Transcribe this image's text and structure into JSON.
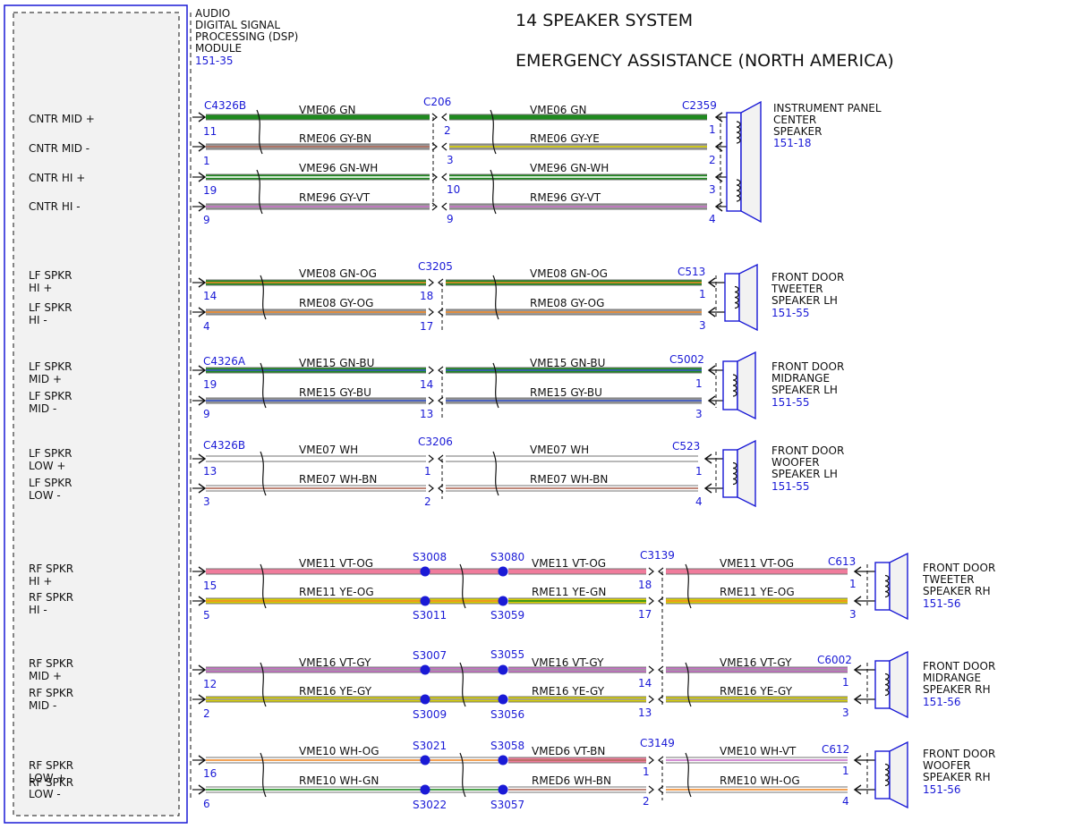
{
  "colors": {
    "connector_blue": "#1a1ad6",
    "text": "#111111",
    "module_fill": "#f2f2f2",
    "GN": "#1f8a1f",
    "GY": "#9a9a9a",
    "BN": "#b06a5a",
    "YE": "#d8d000",
    "WH": "#ffffff",
    "VT": "#c870c8",
    "OG": "#f08a2a",
    "BU": "#3a56c8",
    "PK": "#f07c9c"
  },
  "title": {
    "line1": "14 SPEAKER SYSTEM",
    "line2": "EMERGENCY ASSISTANCE (NORTH AMERICA)"
  },
  "module": {
    "name_lines": [
      "AUDIO",
      "DIGITAL SIGNAL",
      "PROCESSING (DSP)",
      "MODULE"
    ],
    "ref": "151-35"
  },
  "pin_labels": [
    [
      "CNTR MID +"
    ],
    [
      "CNTR MID -"
    ],
    [
      "CNTR HI +"
    ],
    [
      "CNTR HI -"
    ],
    [
      "LF SPKR",
      "HI +"
    ],
    [
      "LF SPKR",
      "HI -"
    ],
    [
      "LF SPKR",
      "MID +"
    ],
    [
      "LF SPKR",
      "MID -"
    ],
    [
      "LF SPKR",
      "LOW +"
    ],
    [
      "LF SPKR",
      "LOW -"
    ],
    [
      "RF SPKR",
      "HI +"
    ],
    [
      "RF SPKR",
      "HI -"
    ],
    [
      "RF SPKR",
      "MID +"
    ],
    [
      "RF SPKR",
      "MID -"
    ],
    [
      "RF SPKR",
      "LOW +"
    ],
    [
      "RF SPKR",
      "LOW -"
    ]
  ],
  "connectors": {
    "c4326b_top": "C4326B",
    "c206": "C206",
    "c2359": "C2359",
    "c3205": "C3205",
    "c513": "C513",
    "c4326a": "C4326A",
    "c5002": "C5002",
    "c4326b_mid": "C4326B",
    "c3206": "C3206",
    "c523": "C523",
    "c3139_a": "C3139",
    "c613": "C613",
    "c6002": "C6002",
    "c3149": "C3149",
    "c612": "C612"
  },
  "splices": {
    "s3008": "S3008",
    "s3080": "S3080",
    "s3011": "S3011",
    "s3059": "S3059",
    "s3007": "S3007",
    "s3055": "S3055",
    "s3009": "S3009",
    "s3056": "S3056",
    "s3021": "S3021",
    "s3058": "S3058",
    "s3022": "S3022",
    "s3057": "S3057"
  },
  "wire_labels": {
    "w1a": "VME06   GN",
    "w1b": "VME06   GN",
    "w2a": "RME06   GY-BN",
    "w2b": "RME06   GY-YE",
    "w3a": "VME96   GN-WH",
    "w3b": "VME96   GN-WH",
    "w4a": "RME96   GY-VT",
    "w4b": "RME96   GY-VT",
    "w5a": "VME08   GN-OG",
    "w5b": "VME08   GN-OG",
    "w6a": "RME08   GY-OG",
    "w6b": "RME08   GY-OG",
    "w7a": "VME15   GN-BU",
    "w7b": "VME15   GN-BU",
    "w8a": "RME15   GY-BU",
    "w8b": "RME15   GY-BU",
    "w9a": "VME07   WH",
    "w9b": "VME07   WH",
    "w10a": "RME07   WH-BN",
    "w10b": "RME07   WH-BN",
    "w11a": "VME11   VT-OG",
    "w11b": "VME11   VT-OG",
    "w11c": "VME11   VT-OG",
    "w12a": "RME11   YE-OG",
    "w12b": "RME11   YE-GN",
    "w12c": "RME11   YE-OG",
    "w13a": "VME16   VT-GY",
    "w13b": "VME16   VT-GY",
    "w13c": "VME16   VT-GY",
    "w14a": "RME16   YE-GY",
    "w14b": "RME16   YE-GY",
    "w14c": "RME16   YE-GY",
    "w15a": "VME10   WH-OG",
    "w15b": "VMED6   VT-BN",
    "w15c": "VME10   WH-VT",
    "w16a": "RME10   WH-GN",
    "w16b": "RMED6   WH-BN",
    "w16c": "RME10   WH-OG"
  },
  "pins": {
    "p1_dsp": "11",
    "p1_c206": "2",
    "p1_spk": "1",
    "p2_dsp": "1",
    "p2_c206": "3",
    "p2_spk": "2",
    "p3_dsp": "19",
    "p3_c206": "10",
    "p3_spk": "3",
    "p4_dsp": "9",
    "p4_c206": "9",
    "p4_spk": "4",
    "p5_dsp": "14",
    "p5_mid": "18",
    "p5_spk": "1",
    "p6_dsp": "4",
    "p6_mid": "17",
    "p6_spk": "3",
    "p7_dsp": "19",
    "p7_mid": "14",
    "p7_spk": "1",
    "p8_dsp": "9",
    "p8_mid": "13",
    "p8_spk": "3",
    "p9_dsp": "13",
    "p9_mid": "1",
    "p9_spk": "1",
    "p10_dsp": "3",
    "p10_mid": "2",
    "p10_spk": "4",
    "p11_dsp": "15",
    "p11_mid": "18",
    "p11_spk": "1",
    "p12_dsp": "5",
    "p12_mid": "17",
    "p12_spk": "3",
    "p13_dsp": "12",
    "p13_mid": "14",
    "p13_spk": "1",
    "p14_dsp": "2",
    "p14_mid": "13",
    "p14_spk": "3",
    "p15_dsp": "16",
    "p15_mid": "1",
    "p15_spk": "1",
    "p16_dsp": "6",
    "p16_mid": "2",
    "p16_spk": "4"
  },
  "speakers": {
    "center": {
      "lines": [
        "INSTRUMENT PANEL",
        "CENTER",
        "SPEAKER"
      ],
      "ref": "151-18"
    },
    "lf_tweeter": {
      "lines": [
        "FRONT DOOR",
        "TWEETER",
        "SPEAKER LH"
      ],
      "ref": "151-55"
    },
    "lf_mid": {
      "lines": [
        "FRONT DOOR",
        "MIDRANGE",
        "SPEAKER LH"
      ],
      "ref": "151-55"
    },
    "lf_woofer": {
      "lines": [
        "FRONT DOOR",
        "WOOFER",
        "SPEAKER LH"
      ],
      "ref": "151-55"
    },
    "rf_tweeter": {
      "lines": [
        "FRONT DOOR",
        "TWEETER",
        "SPEAKER RH"
      ],
      "ref": "151-56"
    },
    "rf_mid": {
      "lines": [
        "FRONT DOOR",
        "MIDRANGE",
        "SPEAKER RH"
      ],
      "ref": "151-56"
    },
    "rf_woofer": {
      "lines": [
        "FRONT DOOR",
        "WOOFER",
        "SPEAKER RH"
      ],
      "ref": "151-56"
    }
  }
}
